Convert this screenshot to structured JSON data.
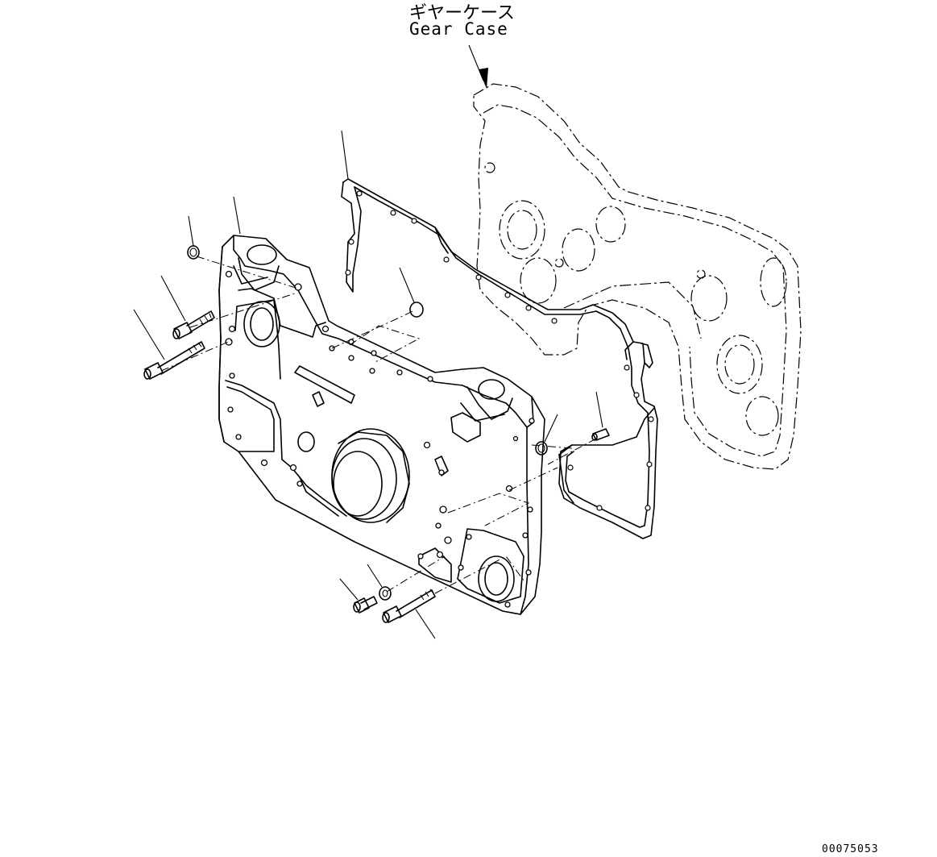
{
  "labels": {
    "gear_case_jp": "ギヤーケース",
    "gear_case_en": "Gear Case"
  },
  "drawing_number": "00075053"
}
